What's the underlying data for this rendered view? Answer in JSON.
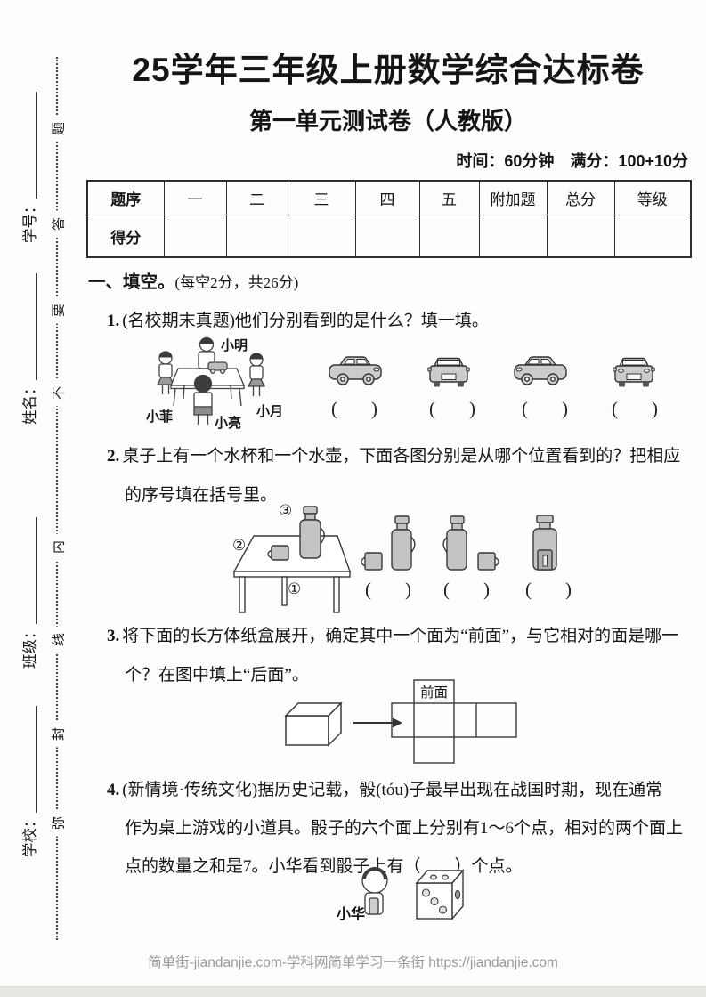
{
  "page": {
    "title": "25学年三年级上册数学综合达标卷",
    "subtitle": "第一单元测试卷（人教版）",
    "meta": "时间：60分钟　满分：100+10分",
    "footer": "简单街-jiandanjie.com-学科网简单学习一条街 https://jiandanjie.com"
  },
  "sidebar": {
    "fields": {
      "student_id": "学号：",
      "name": "姓名：",
      "class": "班级：",
      "school": "学校："
    },
    "seal_chars": [
      "题",
      "答",
      "要",
      "不",
      "内",
      "线",
      "封",
      "弥"
    ]
  },
  "score_table": {
    "headers": [
      "题序",
      "一",
      "二",
      "三",
      "四",
      "五",
      "附加题",
      "总分",
      "等级"
    ],
    "row_label": "得分"
  },
  "section_one": {
    "heading": "一、填空。",
    "note": "(每空2分，共26分)"
  },
  "q1": {
    "num": "1.",
    "tag": "(名校期末真题)",
    "text": "他们分别看到的是什么？填一填。",
    "names": {
      "top": "小明",
      "left": "小菲",
      "bottom": "小亮",
      "right": "小月"
    }
  },
  "q2": {
    "num": "2.",
    "line1": "桌子上有一个水杯和一个水壶，下面各图分别是从哪个位置看到的？把相应",
    "line2": "的序号填在括号里。",
    "pos_labels": {
      "n1": "①",
      "n2": "②",
      "n3": "③"
    }
  },
  "q3": {
    "num": "3.",
    "line1": "将下面的长方体纸盒展开，确定其中一个面为“前面”，与它相对的面是哪一",
    "line2": "个？在图中填上“后面”。",
    "front_label": "前面"
  },
  "q4": {
    "num": "4.",
    "tag": "(新情境·传统文化)",
    "line1": "据历史记载，骰(tóu)子最早出现在战国时期，现在通常",
    "line2": "作为桌上游戏的小道具。骰子的六个面上分别有1～6个点，相对的两个面上",
    "line3": "点的数量之和是7。小华看到骰子上有（　　）个点。",
    "boy_label": "小华"
  },
  "glyphs": {
    "open": "(",
    "close": ")"
  }
}
